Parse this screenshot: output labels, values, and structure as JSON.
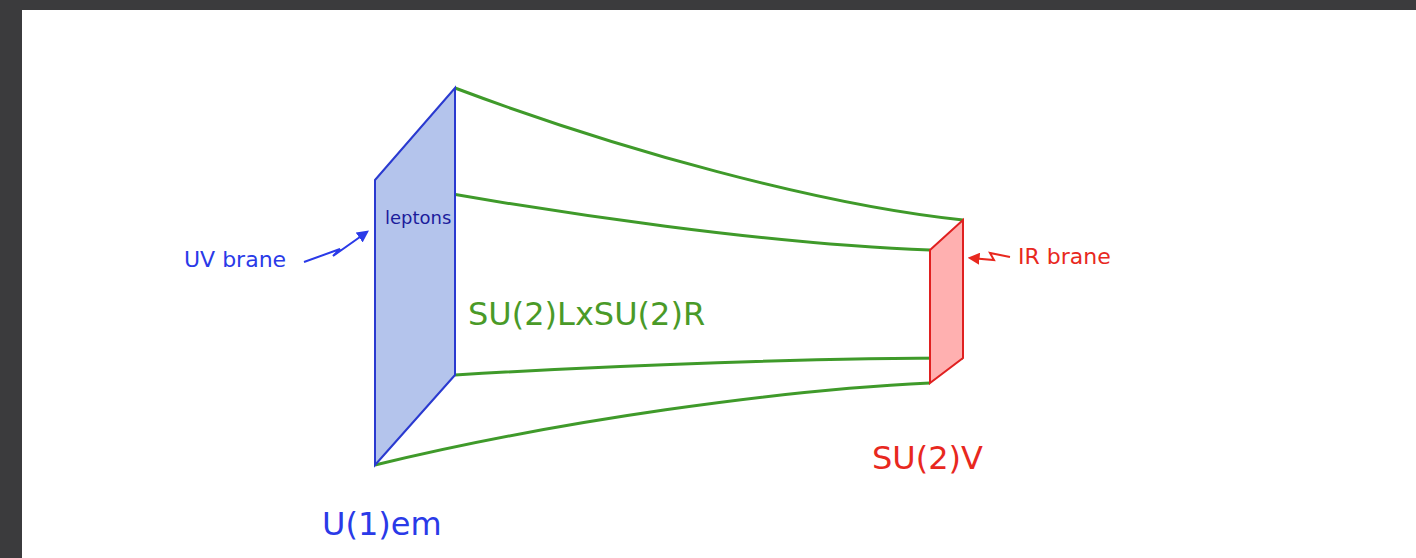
{
  "diagram": {
    "labels": [
      "leptons",
      "UV brane",
      "SU(2)LxSU(2)R",
      "IR brane",
      "SU(2)V",
      "U(1)em"
    ]
  }
}
